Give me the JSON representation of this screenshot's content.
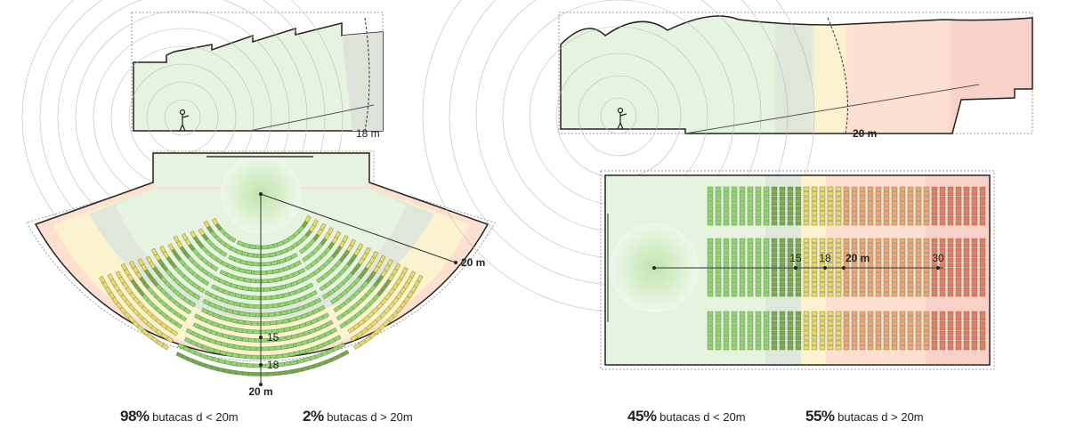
{
  "left_hall": {
    "section_label": "18 m",
    "plan_markers": [
      "15",
      "18",
      "20 m"
    ],
    "radius_label": "20 m",
    "stats": [
      {
        "percent": "98%",
        "text": "butacas d < 20m"
      },
      {
        "percent": "2%",
        "text": "butacas d > 20m"
      }
    ]
  },
  "right_hall": {
    "section_label": "20 m",
    "plan_markers": [
      "15",
      "18",
      "20 m",
      "30"
    ],
    "stats": [
      {
        "percent": "45%",
        "text": "butacas d < 20m"
      },
      {
        "percent": "55%",
        "text": "butacas d > 20m"
      }
    ]
  },
  "colors": {
    "green": "#8fd66f",
    "dark_green": "#7aa84f",
    "yellow": "#ecd86a",
    "orange": "#f4a37a",
    "red": "#ea7766",
    "zone_green": "#e6f4df",
    "zone_yellow": "#fbf3d0",
    "zone_orange": "#fde0cf",
    "zone_red": "#f8d2c8"
  }
}
